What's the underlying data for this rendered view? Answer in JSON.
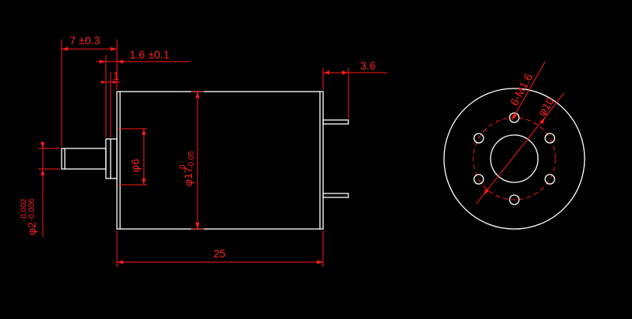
{
  "side_view": {
    "dim_shaft_length": "7 ±0.3",
    "dim_boss_length": "1.6 ±0.1",
    "dim_step": "1",
    "dim_terminal": "3.6",
    "dim_body_length": "25",
    "dim_boss_dia": "φ6",
    "dim_body_dia_main": "φ17",
    "dim_body_dia_upper": "0",
    "dim_body_dia_lower": "-0.05",
    "dim_shaft_dia_main": "φ2",
    "dim_shaft_dia_upper": "-0.002",
    "dim_shaft_dia_lower": "-0.006"
  },
  "end_view": {
    "dim_holes": "6-M1.6",
    "dim_pcd": "φ10"
  },
  "colors": {
    "background": "#000000",
    "outline": "#ffffff",
    "dimension": "#ff1a1a"
  }
}
